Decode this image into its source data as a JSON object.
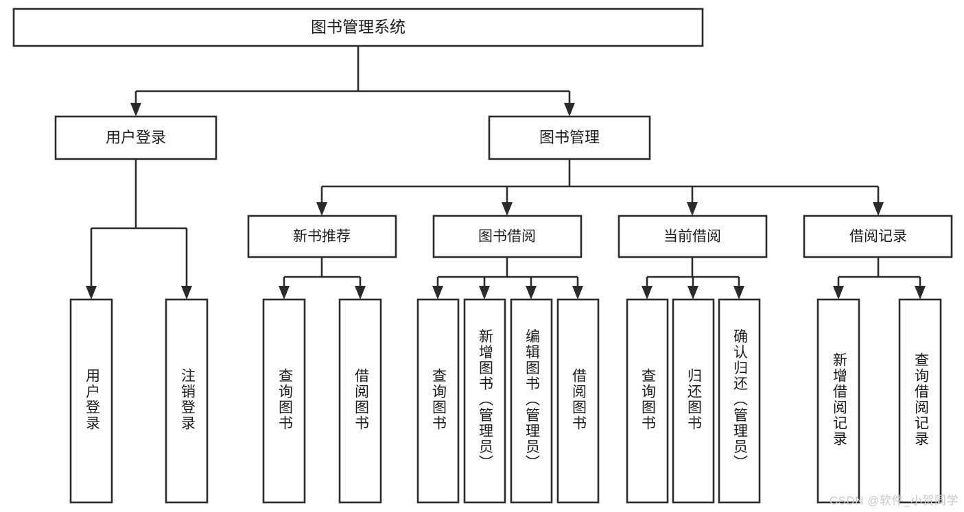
{
  "diagram": {
    "type": "tree",
    "title": "图书管理系统",
    "watermark": "CSDN @软件_小贺同学",
    "colors": {
      "stroke": "#2b2b2b",
      "fill": "#ffffff",
      "text": "#1a1a1a",
      "watermark": "#c9c9c9"
    },
    "levels": {
      "root": "图书管理系统",
      "level2": [
        "用户登录",
        "图书管理"
      ],
      "level3": [
        "新书推荐",
        "图书借阅",
        "当前借阅",
        "借阅记录"
      ]
    },
    "nodes": {
      "root": {
        "label": "图书管理系统"
      },
      "user_login": {
        "label": "用户登录"
      },
      "book_manage": {
        "label": "图书管理"
      },
      "new_book_rec": {
        "label": "新书推荐"
      },
      "book_borrow": {
        "label": "图书借阅"
      },
      "current_borrow": {
        "label": "当前借阅"
      },
      "borrow_record": {
        "label": "借阅记录"
      },
      "leaf_user_login": {
        "label": "用户登录"
      },
      "leaf_user_logout": {
        "label": "注销登录"
      },
      "leaf_rec_query": {
        "label": "查询图书"
      },
      "leaf_rec_borrow": {
        "label": "借阅图书"
      },
      "leaf_borrow_query": {
        "label": "查询图书"
      },
      "leaf_borrow_add": {
        "label": "新增图书（管理员）"
      },
      "leaf_borrow_edit": {
        "label": "编辑图书（管理员）"
      },
      "leaf_borrow_borrow": {
        "label": "借阅图书"
      },
      "leaf_cur_query": {
        "label": "查询图书"
      },
      "leaf_cur_return": {
        "label": "归还图书"
      },
      "leaf_cur_confirm": {
        "label": "确认归还（管理员）"
      },
      "leaf_rec_add": {
        "label": "新增借阅记录"
      },
      "leaf_rec_search": {
        "label": "查询借阅记录"
      }
    }
  }
}
